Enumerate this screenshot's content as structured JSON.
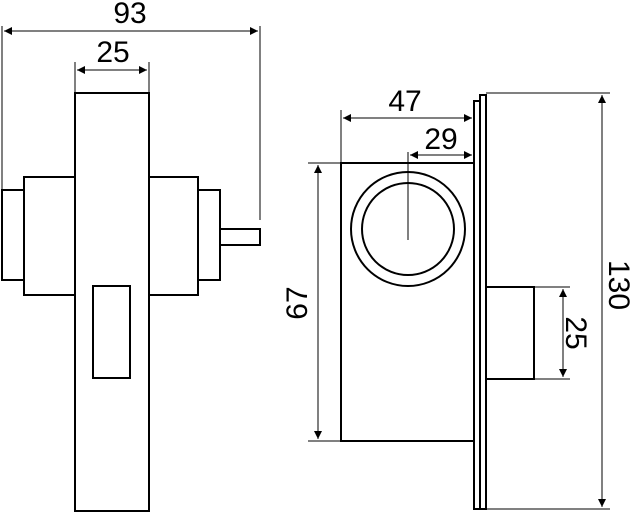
{
  "drawing": {
    "front_view": {
      "overall_width": "93",
      "body_width": "25"
    },
    "side_view": {
      "depth": "47",
      "cylinder_offset": "29",
      "body_height": "67",
      "plate_height": "130",
      "bolt_height": "25"
    },
    "colors": {
      "line": "#000000",
      "background": "#ffffff"
    }
  }
}
